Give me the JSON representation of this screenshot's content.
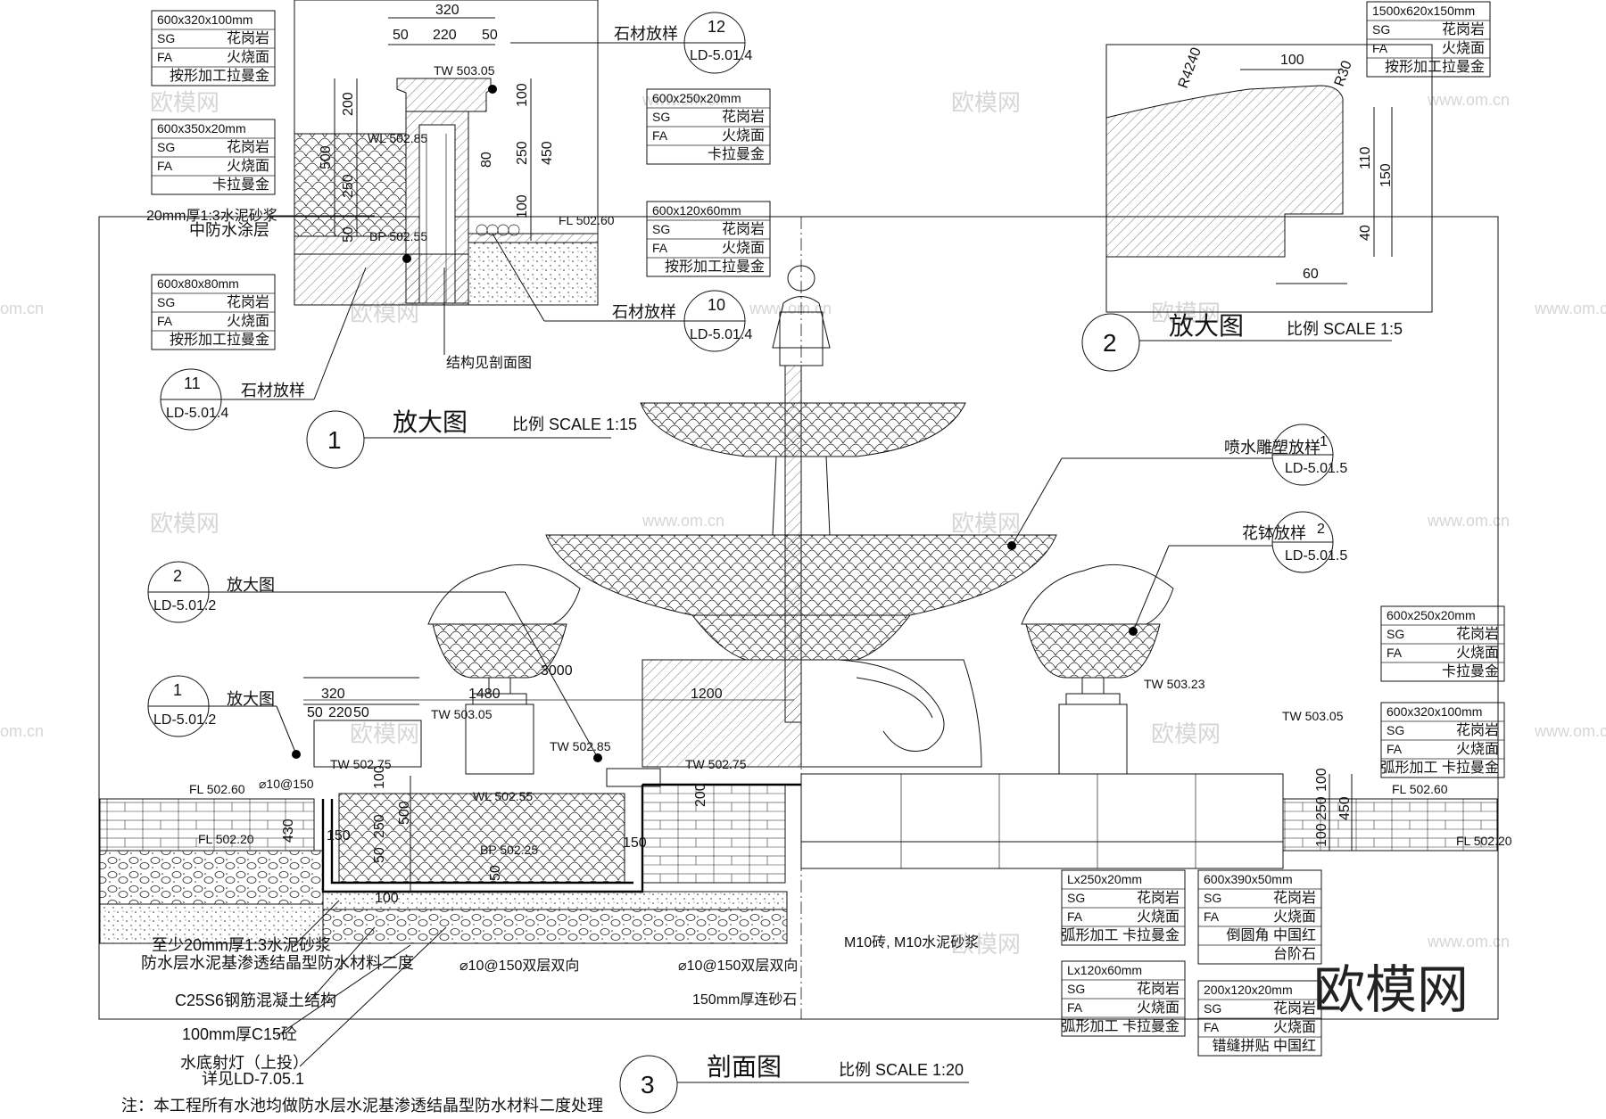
{
  "watermark": {
    "brand": "欧模网",
    "url": "www.om.cn",
    "domain_short": "om.cn"
  },
  "detail1": {
    "num": "1",
    "title": "放大图",
    "scale": "比例 SCALE 1:15",
    "dims": {
      "total": "320",
      "a": "50",
      "b": "220",
      "c": "50",
      "h200": "200",
      "h500": "500",
      "h250": "250",
      "h50": "50",
      "h100a": "100",
      "h250b": "250",
      "h450": "450",
      "h100b": "100",
      "h80": "80"
    },
    "elev": {
      "tw": "TW 503.05",
      "wl": "WL 502.85",
      "bp": "BP 502.55",
      "fl": "FL 502.60"
    },
    "mortar1": "20mm厚1:3水泥砂浆",
    "mortar2": "中防水涂层",
    "struct_note": "结构见剖面图"
  },
  "detail2": {
    "num": "2",
    "title": "放大图",
    "scale": "比例 SCALE 1:5",
    "dims": {
      "r4240": "R4240",
      "r30": "R30",
      "w100": "100",
      "h110": "110",
      "h150": "150",
      "h40": "40",
      "w60": "60"
    }
  },
  "detail3": {
    "num": "3",
    "title": "剖面图",
    "scale": "比例 SCALE 1:20",
    "dims": {
      "d320": "320",
      "d50a": "50",
      "d220": "220",
      "d50b": "50",
      "d1480": "1480",
      "d3000": "3000",
      "d1200": "1200",
      "d100": "100",
      "d250": "250",
      "d500": "500",
      "d50c": "50",
      "d200": "200",
      "d100r": "100",
      "d250r": "250",
      "d450r": "450",
      "d100r2": "100",
      "d430": "430",
      "d150": "150",
      "d150b": "150",
      "d100b": "100",
      "d50d": "50"
    },
    "elev": {
      "tw50305": "TW 503.05",
      "tw50285": "TW 502.85",
      "tw50275a": "TW 502.75",
      "tw50275b": "TW 502.75",
      "wl": "WL 502.55",
      "bp": "BP 502.25",
      "fl50260": "FL 502.60",
      "fl50220": "FL 502.20",
      "tw50323": "TW 503.23",
      "tw50305r": "TW 503.05",
      "fl50260r": "FL 502.60",
      "fl50220r": "FL 502.20"
    },
    "rebar": "⌀10@150",
    "rebar2": "⌀10@150双层双向",
    "rebar3": "⌀10@150双层双向",
    "notes": [
      "至少20mm厚1:3水泥砂浆",
      "防水层水泥基渗透结晶型防水材料二度",
      "C25S6钢筋混凝土结构",
      "100mm厚C15砼",
      "水底射灯（上投）",
      "详见LD-7.05.1"
    ],
    "brick_note": "M10砖, M10水泥砂浆",
    "sand_note": "150mm厚连砂石"
  },
  "callouts": [
    {
      "num": "12",
      "sheet": "LD-5.01.4",
      "label": "石材放样"
    },
    {
      "num": "10",
      "sheet": "LD-5.01.4",
      "label": "石材放样"
    },
    {
      "num": "11",
      "sheet": "LD-5.01.4",
      "label": "石材放样"
    },
    {
      "num": "1",
      "sheet": "LD-5.01.5",
      "label": "喷水雕塑放样"
    },
    {
      "num": "2",
      "sheet": "LD-5.01.5",
      "label": "花钵放样"
    },
    {
      "num": "2",
      "sheet": "LD-5.01.2",
      "label": "放大图"
    },
    {
      "num": "1",
      "sheet": "LD-5.01.2",
      "label": "放大图"
    }
  ],
  "specs": [
    {
      "size": "600x320x100mm",
      "rows": [
        [
          "SG",
          "花岗岩"
        ],
        [
          "FA",
          "火烧面"
        ],
        [
          "",
          "按形加工拉曼金"
        ]
      ]
    },
    {
      "size": "600x350x20mm",
      "rows": [
        [
          "SG",
          "花岗岩"
        ],
        [
          "FA",
          "火烧面"
        ],
        [
          "",
          "卡拉曼金"
        ]
      ]
    },
    {
      "size": "600x80x80mm",
      "rows": [
        [
          "SG",
          "花岗岩"
        ],
        [
          "FA",
          "火烧面"
        ],
        [
          "",
          "按形加工拉曼金"
        ]
      ]
    },
    {
      "size": "600x250x20mm",
      "rows": [
        [
          "SG",
          "花岗岩"
        ],
        [
          "FA",
          "火烧面"
        ],
        [
          "",
          "卡拉曼金"
        ]
      ]
    },
    {
      "size": "600x120x60mm",
      "rows": [
        [
          "SG",
          "花岗岩"
        ],
        [
          "FA",
          "火烧面"
        ],
        [
          "",
          "按形加工拉曼金"
        ]
      ]
    },
    {
      "size": "1500x620x150mm",
      "rows": [
        [
          "SG",
          "花岗岩"
        ],
        [
          "FA",
          "火烧面"
        ],
        [
          "",
          "按形加工拉曼金"
        ]
      ]
    },
    {
      "size": "600x250x20mm",
      "rows": [
        [
          "SG",
          "花岗岩"
        ],
        [
          "FA",
          "火烧面"
        ],
        [
          "",
          "卡拉曼金"
        ]
      ]
    },
    {
      "size": "600x320x100mm",
      "rows": [
        [
          "SG",
          "花岗岩"
        ],
        [
          "FA",
          "火烧面"
        ],
        [
          "",
          "弧形加工 卡拉曼金"
        ]
      ]
    },
    {
      "size": "Lx250x20mm",
      "rows": [
        [
          "SG",
          "花岗岩"
        ],
        [
          "FA",
          "火烧面"
        ],
        [
          "",
          "弧形加工 卡拉曼金"
        ]
      ]
    },
    {
      "size": "Lx120x60mm",
      "rows": [
        [
          "SG",
          "花岗岩"
        ],
        [
          "FA",
          "火烧面"
        ],
        [
          "",
          "弧形加工 卡拉曼金"
        ]
      ]
    },
    {
      "size": "600x390x50mm",
      "rows": [
        [
          "SG",
          "花岗岩"
        ],
        [
          "FA",
          "火烧面"
        ],
        [
          "",
          "倒圆角  中国红"
        ],
        [
          "",
          "台阶石"
        ]
      ]
    },
    {
      "size": "200x120x20mm",
      "rows": [
        [
          "SG",
          "花岗岩"
        ],
        [
          "FA",
          "火烧面"
        ],
        [
          "",
          "错缝拼贴  中国红"
        ]
      ]
    }
  ],
  "footnote": "注：本工程所有水池均做防水层水泥基渗透结晶型防水材料二度处理"
}
